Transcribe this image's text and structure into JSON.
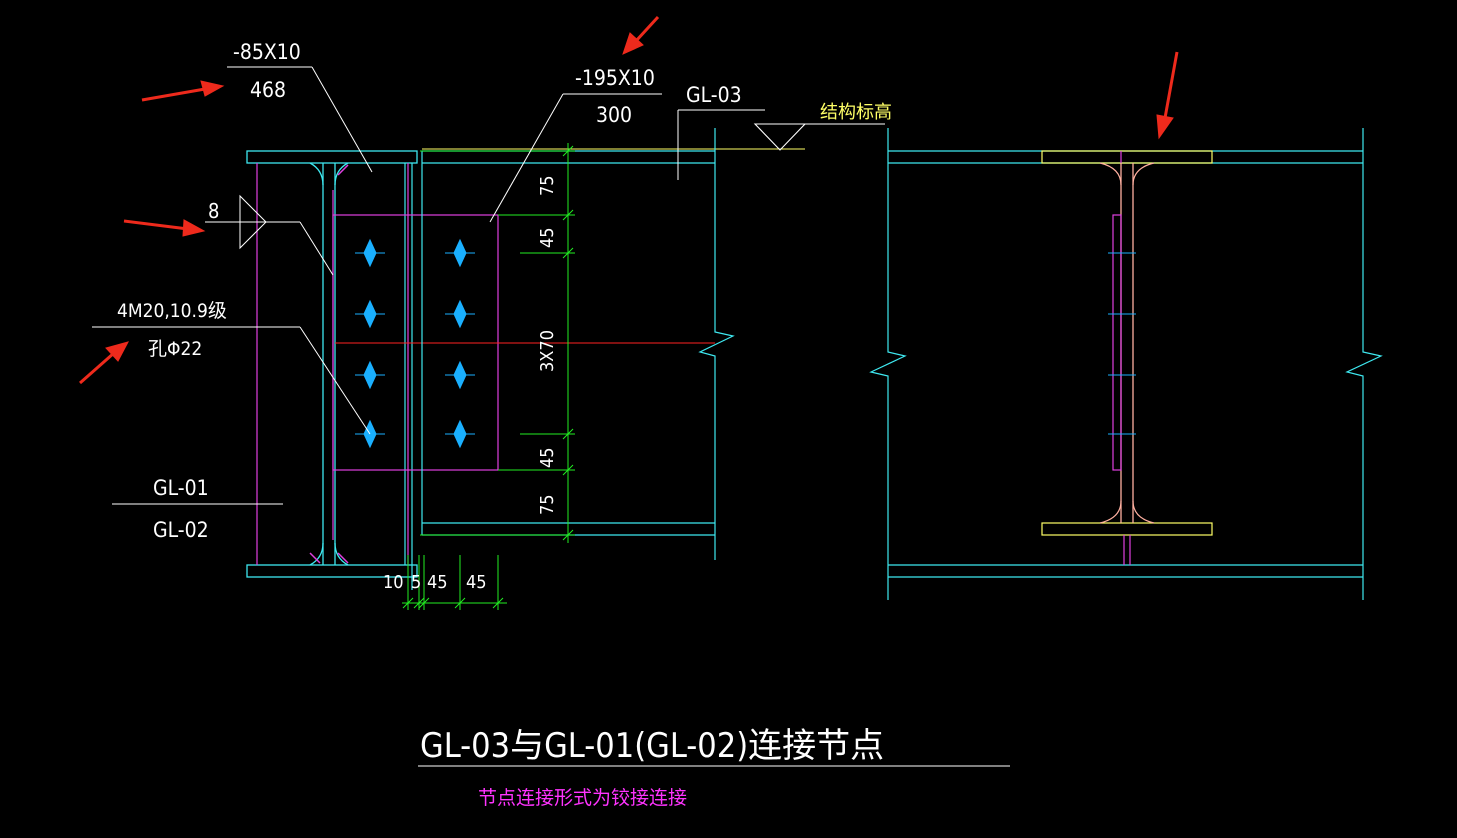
{
  "plate_1": {
    "spec": "-85X10",
    "length": "468"
  },
  "plate_2": {
    "spec": "-195X10",
    "length": "300"
  },
  "beam_label": "GL-03",
  "elevation_label": "结构标高",
  "weld_size": "8",
  "bolt": {
    "spec": "4M20,10.9级",
    "hole": "孔Φ22"
  },
  "column_labels": {
    "top": "GL-01",
    "bottom": "GL-02"
  },
  "vertical_dims": [
    "75",
    "45",
    "3X70",
    "45",
    "75"
  ],
  "horizontal_dims": [
    "10",
    "5",
    "45",
    "45"
  ],
  "title": "GL-03与GL-01(GL-02)连接节点",
  "subtitle": "节点连接形式为铰接连接",
  "colors": {
    "background": "#000000",
    "cyan": "#3ee8f0",
    "magenta": "#e040e0",
    "green": "#22ee22",
    "yellow": "#ffff66",
    "red_line": "#ff2222",
    "arrow_red": "#ee2a1c",
    "bolt": "#1ab0ff",
    "pink": "#ffb0a0"
  }
}
